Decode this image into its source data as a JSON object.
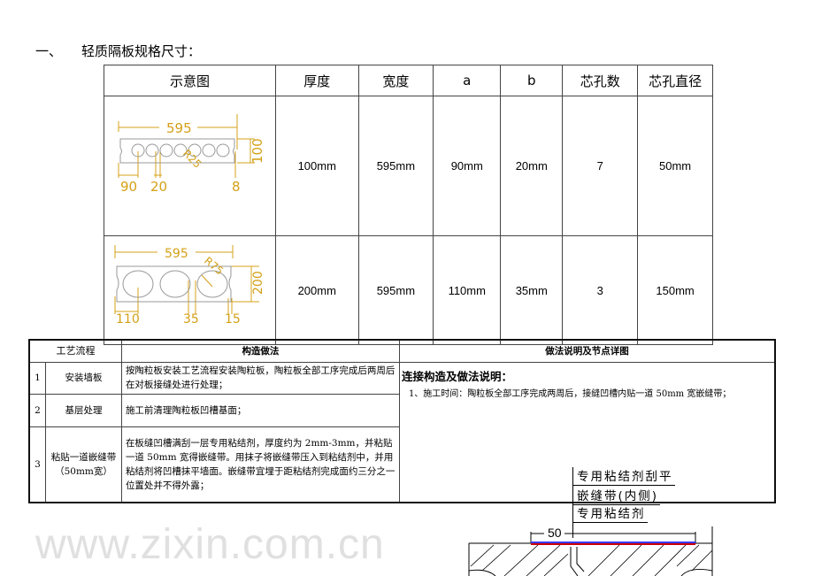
{
  "heading": {
    "number": "一、",
    "title": "轻质隔板规格尺寸："
  },
  "spec_table": {
    "headers": [
      "示意图",
      "厚度",
      "宽度",
      "a",
      "b",
      "芯孔数",
      "芯孔直径"
    ],
    "rows": [
      {
        "thickness": "100mm",
        "width": "595mm",
        "a": "90mm",
        "b": "20mm",
        "holes": "7",
        "diameter": "50mm",
        "drawing": {
          "width": "595",
          "height": "100",
          "radius": "R25",
          "a": "90",
          "b": "20",
          "c": "8"
        }
      },
      {
        "thickness": "200mm",
        "width": "595mm",
        "a": "110mm",
        "b": "35mm",
        "holes": "3",
        "diameter": "150mm",
        "drawing": {
          "width": "595",
          "height": "200",
          "radius": "R75",
          "a": "110",
          "b": "35",
          "c": "15"
        }
      }
    ],
    "drawing_color": "#d4a017"
  },
  "watermark": "www.zixin.com.cn",
  "process_table": {
    "headers": [
      "工艺流程",
      "构造做法",
      "做法说明及节点详图"
    ],
    "rows": [
      {
        "no": "1",
        "step": "安装墙板",
        "method": "按陶粒板安装工艺流程安装陶粒板，陶粒板全部工序完成后两周后在对板接缝处进行处理；"
      },
      {
        "no": "2",
        "step": "基层处理",
        "method": "施工前清理陶粒板凹槽基面；"
      },
      {
        "no": "3",
        "step": "粘贴一道嵌缝带",
        "step_note": "（50mm宽）",
        "method": "在板缝凹槽满刮一层专用粘结剂，厚度约为 2mm-3mm，并粘贴一道 50mm 宽得嵌缝带。用抹子将嵌缝带压入到粘结剂中，并用粘结剂将凹槽抹平墙面。嵌缝带宜埋于距粘结剂完成面约三分之一位置处并不得外露；"
      }
    ],
    "notes_title": "连接构造及做法说明：",
    "notes": [
      "1、施工时间：陶粒板全部工序完成两周后，接缝凹槽内贴一道 50mm 宽嵌缝带；"
    ]
  },
  "detail": {
    "labels": [
      "专用粘结剂刮平",
      "嵌缝带(内侧)",
      "专用粘结剂"
    ],
    "dimension": "50"
  }
}
